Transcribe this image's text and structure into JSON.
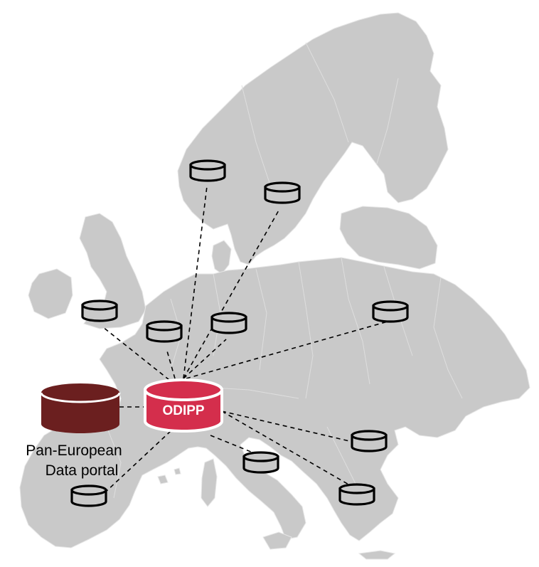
{
  "hub": {
    "label": "ODIPP",
    "fill": "#d42e4c",
    "stroke": "#ffffff"
  },
  "portal": {
    "line1": "Pan-European",
    "line2": "Data portal",
    "fill": "#6b1f1f"
  },
  "colors": {
    "land": "#c9c9c9",
    "border": "#e6e6e6",
    "link": "#000000",
    "node_stroke": "#000000"
  },
  "nodes": [
    {
      "id": "norway"
    },
    {
      "id": "sweden"
    },
    {
      "id": "uk"
    },
    {
      "id": "belgium"
    },
    {
      "id": "germany"
    },
    {
      "id": "ukraine"
    },
    {
      "id": "bulgaria"
    },
    {
      "id": "italy"
    },
    {
      "id": "greece"
    },
    {
      "id": "spain"
    }
  ]
}
